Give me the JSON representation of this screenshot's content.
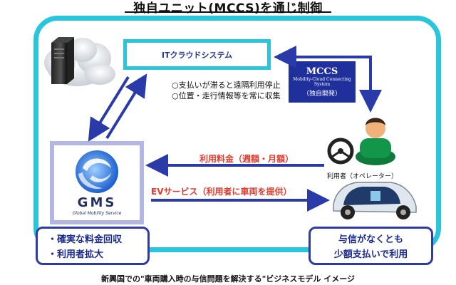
{
  "title": "独自ユニット(MCCS)を通じ制御",
  "it_system": {
    "label": "ITクラウドシステム"
  },
  "notes": [
    "○支払いが滞ると遠隔利用停止",
    "○位置・走行情報等を常に収集"
  ],
  "mccs": {
    "title": "MCCS",
    "subtitle_line1": "Mobility-Cloud Connecting",
    "subtitle_line2": "System",
    "dev": "（独自開発）"
  },
  "gms": {
    "logo_text": "GMS",
    "logo_sub": "Global Mobility Service"
  },
  "flows": {
    "fee": "利用料金（週額・月額）",
    "ev": "EVサービス（利用者に車両を提供）"
  },
  "user_label": "利用者（オペレーター）",
  "bottom_left": [
    "・確実な料金回収",
    "・利用者拡大"
  ],
  "bottom_right": [
    "与信がなくとも",
    "少額支払いで利用"
  ],
  "caption": "新興国での\"車両購入時の与信問題を解決する\"ビジネスモデル イメージ",
  "colors": {
    "frame": "#27c6dd",
    "arrow": "#2a3aa8",
    "mccs_bg": "#1f2f9c",
    "fee_text": "#e23a2c",
    "gms_frame": "#b4b6e2"
  }
}
